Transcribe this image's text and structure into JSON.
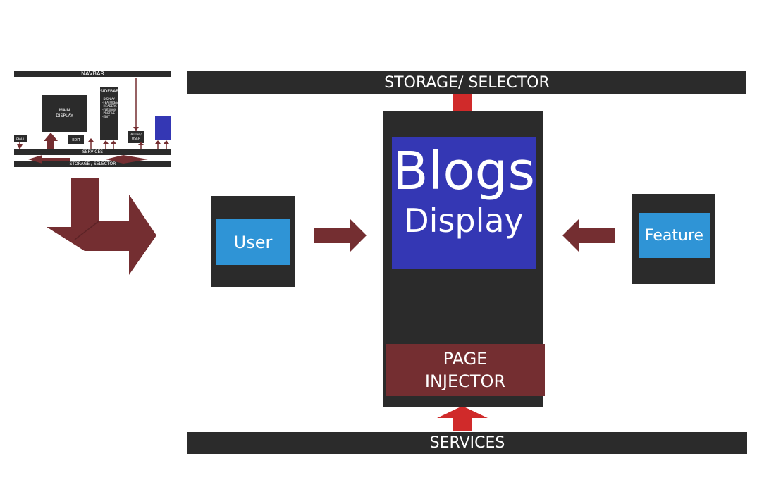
{
  "thumbnail": {
    "navbar": "NAVBAR",
    "main_display": "MAIN\nDISPLAY",
    "sidebar_title": "SIDEBAR",
    "sidebar_items": [
      "-DISPLAY",
      "-FEATURES",
      "-HEADERS",
      "-FLEXBOX",
      "-PROFILE",
      "-EDIT"
    ],
    "email": "EMAIL",
    "edit": "EDIT",
    "auth_user": "AUTH /\nUSER",
    "services": "SERVICES",
    "storage_selector": "STORAGE / SELECTOR"
  },
  "storage_bar": "STORAGE/ SELECTOR",
  "services_bar": "SERVICES",
  "blogs_title": "Blogs",
  "blogs_subtitle": "Display",
  "user_label": "User",
  "feature_label": "Feature",
  "page_injector": "PAGE\nINJECTOR",
  "colors": {
    "dark": "#2b2b2b",
    "blue_display": "#3437b4",
    "blue_box": "#2f94d6",
    "red_arrow": "#d02a2a",
    "maroon": "#742e31",
    "grey_arrow": "#d9dada"
  }
}
